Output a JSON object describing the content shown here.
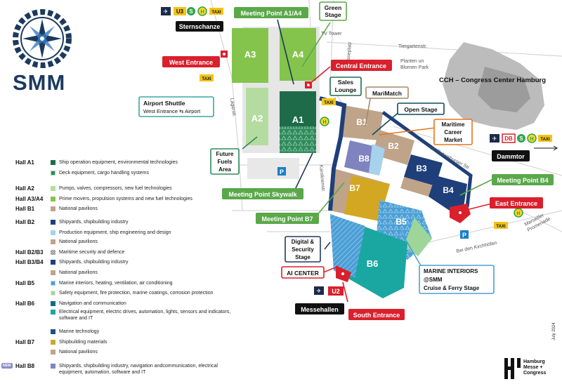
{
  "brand": {
    "name": "SMM"
  },
  "map": {
    "halls": {
      "a1": "A1",
      "a2": "A2",
      "a3": "A3",
      "a4": "A4",
      "b1": "B1",
      "b2": "B2",
      "b3": "B3",
      "b4": "B4",
      "b5": "B5",
      "b6": "B6",
      "b7": "B7",
      "b8": "B8"
    },
    "callouts": {
      "green_stage": [
        "Green",
        "Stage"
      ],
      "meeting_a1a4": "Meeting Point A1/A4",
      "sternschanze": "Sternschanze",
      "west_entrance": "West Entrance",
      "central_entrance": "Central Entrance",
      "sales_lounge": [
        "Sales",
        "Lounge"
      ],
      "marimatch": "MariMatch",
      "open_stage": "Open Stage",
      "maritime_career": [
        "Maritime",
        "Career",
        "Market"
      ],
      "airport_shuttle": "Airport Shuttle",
      "airport_shuttle_sub": "West Entrance ⇆ Airport",
      "future_fuels": [
        "Future",
        "Fuels",
        "Area"
      ],
      "meeting_skywalk": "Meeting Point Skywalk",
      "meeting_b7": "Meeting Point B7",
      "meeting_b4": "Meeting Point B4",
      "east_entrance": "East Entrance",
      "dammtor": "Dammtor",
      "digital_security": [
        "Digital &",
        "Security",
        "Stage"
      ],
      "ai_center": "AI CENTER",
      "marine_interiors": [
        "MARINE INTERIORS",
        "@SMM",
        "Cruise & Ferry Stage"
      ],
      "messehallen": "Messehallen",
      "south_entrance": "South Entrance",
      "cch": "CCH – Congress Center Hamburg"
    },
    "streets": {
      "tv_tower": "TV Tower",
      "messeplatz": "Messeplatz",
      "tiergartenstr": "Tiergartenstr.",
      "planten": [
        "Planten un",
        "Blomen Park"
      ],
      "lagerstr": "Lagerstr.",
      "karolinenstr": "Karolinenstr.",
      "st_petersburger": "St. Petersburger Str.",
      "bei_den_kirchhoefen": "Bei den Kirchhöfen",
      "marseiller": [
        "Marseiller",
        "Promenade"
      ]
    },
    "transit": {
      "u3": "U3",
      "u2": "U2",
      "s": "S",
      "h": "H",
      "db": "DB",
      "taxi": "TAXI",
      "p": "P"
    }
  },
  "legend": [
    {
      "hall": "Hall A1",
      "text": "Ship operation equipment, environmental technologies",
      "color": "#1e6b4a",
      "pattern": ""
    },
    {
      "hall": "",
      "text": "Deck equipment, cargo handling systems",
      "color": "#2e8b5b",
      "pattern": "tri"
    },
    {
      "hall": "Hall A2",
      "text": "Pumps, valves, compressors, new fuel technologies",
      "color": "#b5dca0",
      "pattern": ""
    },
    {
      "hall": "Hall A3/A4",
      "text": "Prime movers, propulsion systems and new fuel technologies",
      "color": "#84c44c",
      "pattern": ""
    },
    {
      "hall": "Hall B1",
      "text": "National pavilions",
      "color": "#bfa48a",
      "pattern": ""
    },
    {
      "hall": "Hall B2",
      "text": "Shipyards, shipbuilding industry",
      "color": "#1f3f7a",
      "pattern": ""
    },
    {
      "hall": "",
      "text": "Production equipment, ship engineering and design",
      "color": "#a6d2ee",
      "pattern": ""
    },
    {
      "hall": "",
      "text": "National pavilions",
      "color": "#bfa48a",
      "pattern": ""
    },
    {
      "hall": "Hall B2/B3",
      "text": "Maritime security and defence",
      "color": "#999999",
      "pattern": "check"
    },
    {
      "hall": "Hall B3/B4",
      "text": "Shipyards, shipbuilding industry",
      "color": "#1f3f7a",
      "pattern": ""
    },
    {
      "hall": "",
      "text": "National pavilions",
      "color": "#bfa48a",
      "pattern": ""
    },
    {
      "hall": "Hall B5",
      "text": "Marine interiors, heating, ventilation, air conditioning",
      "color": "#4a9fd6",
      "pattern": "tri"
    },
    {
      "hall": "",
      "text": "Safety equipment, fire protection, marine coatings, corrosion protection",
      "color": "#9ed69a",
      "pattern": "tri"
    },
    {
      "hall": "Hall B6",
      "text": "Navigation and communication",
      "color": "#0f6a8c",
      "pattern": ""
    },
    {
      "hall": "",
      "text": "Electrical equipment, electric drives, automation, lights, sensors and indicators, software and IT",
      "color": "#1aa7a1",
      "pattern": ""
    },
    {
      "hall": "",
      "text": "Marine technology",
      "color": "#1f4f8c",
      "pattern": ""
    },
    {
      "hall": "Hall B7",
      "text": "Shipbuilding materials",
      "color": "#d4a722",
      "pattern": ""
    },
    {
      "hall": "",
      "text": "National pavilions",
      "color": "#bfa48a",
      "pattern": ""
    },
    {
      "hall": "Hall B8",
      "text": "Shipyards, shipbuilding industry, navigation andcommunication, electrical equipment, automation, software and IT",
      "color": "#7f84bf",
      "pattern": ""
    }
  ],
  "new_badge": "NEW",
  "date_label": "July 2024",
  "hm_logo": [
    "Hamburg",
    "Messe + Congress"
  ]
}
